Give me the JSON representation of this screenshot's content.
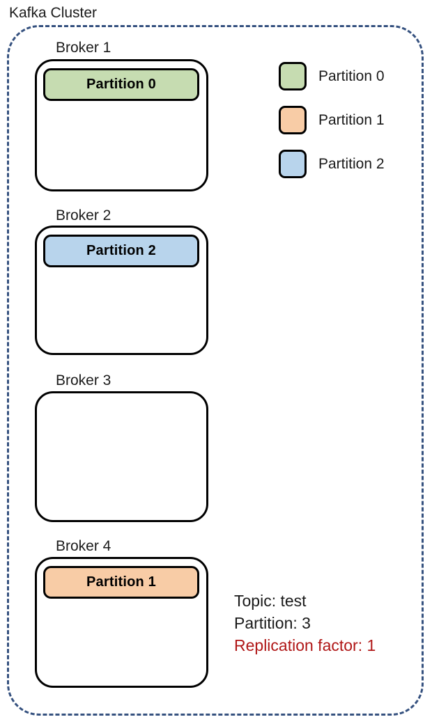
{
  "cluster": {
    "title": "Kafka Cluster",
    "boundary_color": "#35517f",
    "boundary_style": "dashed"
  },
  "brokers": [
    {
      "label": "Broker 1",
      "partition": {
        "label": "Partition 0",
        "color": "#c6dcb1"
      }
    },
    {
      "label": "Broker 2",
      "partition": {
        "label": "Partition 2",
        "color": "#b8d4ec"
      }
    },
    {
      "label": "Broker 3",
      "partition": null
    },
    {
      "label": "Broker 4",
      "partition": {
        "label": "Partition 1",
        "color": "#f8cca6"
      }
    }
  ],
  "legend": {
    "items": [
      {
        "label": "Partition 0",
        "color": "#c6dcb1"
      },
      {
        "label": "Partition 1",
        "color": "#f8cca6"
      },
      {
        "label": "Partition 2",
        "color": "#b8d4ec"
      }
    ]
  },
  "topic_info": {
    "topic": "Topic: test",
    "partition_count": "Partition: 3",
    "replication_factor": "Replication factor: 1",
    "replication_factor_color": "#b01717"
  }
}
